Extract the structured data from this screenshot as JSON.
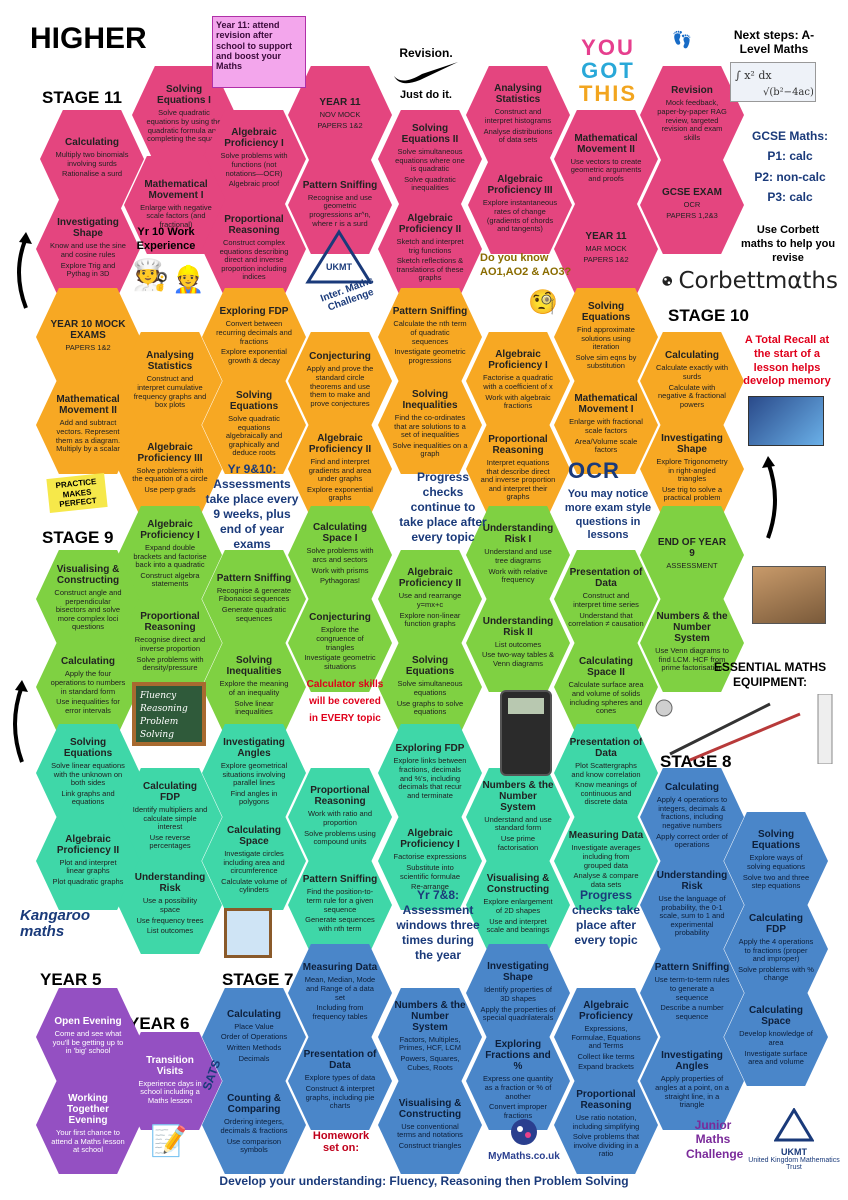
{
  "title": "HIGHER",
  "stages": {
    "stage11": "STAGE 11",
    "stage10": "STAGE 10",
    "stage9": "STAGE 9",
    "stage8": "STAGE 8",
    "stage7": "STAGE 7",
    "year5": "YEAR 5",
    "year6": "YEAR 6"
  },
  "notes": {
    "year11_revision": "Year 11: attend revision after school to support and boost your Maths",
    "nike_top": "Revision.",
    "nike_bottom": "Just do it.",
    "you_got_this": [
      "YOU",
      "GOT",
      "THIS"
    ],
    "next_steps": "Next steps: A-Level Maths",
    "gcse_title": "GCSE Maths:",
    "gcse_p1": "P1: calc",
    "gcse_p2": "P2: non-calc",
    "gcse_p3": "P3: calc",
    "corbett_hint": "Use Corbett maths to help you revise",
    "corbett_logo": "Corbettmαths",
    "ao_question": "Do you know AO1,AO2 & AO3?",
    "yr10_work": "Yr 10 Work Experience",
    "total_recall": "A Total Recall at the start of a lesson helps develop memory",
    "yr9_10_assess": "Yr 9&10: Assessments take place every 9 weeks, plus end of year exams",
    "progress_continue": "Progress checks continue to take place after every topic",
    "ocr_logo": "OCR",
    "ocr_note": "You may notice more exam style questions in lessons",
    "practice_perfect": "PRACTICE MAKES PERFECT",
    "essential_equipment": "ESSENTIAL MATHS EQUIPMENT:",
    "calc_skills": "Calculator skills will be covered in EVERY topic",
    "fluency": [
      "Fluency",
      "Reasoning",
      "Problem",
      "Solving"
    ],
    "yr7_8_assess": "Yr 7&8: Assessment windows three times during the year",
    "progress_every": "Progress checks take place after every topic",
    "kangaroo": "Kangaroo maths",
    "homework": "Homework set on:",
    "mymaths": "MyMaths.co.uk",
    "junior_challenge": "Junior Maths Challenge",
    "ukmt": "UKMT",
    "ukmt_full": "United Kingdom Mathematics Trust",
    "inter_challenge": "Inter. Maths Challenge",
    "sats": "SATS",
    "footer": "Develop your understanding: Fluency, Reasoning then Problem Solving"
  },
  "hexes": {
    "h01": {
      "t": "Solving Equations I",
      "d": [
        "Solve quadratic equations by using the quadratic formula and completing the square"
      ]
    },
    "h02": {
      "t": "YEAR 11",
      "d": [
        "NOV MOCK",
        "PAPERS 1&2"
      ]
    },
    "h03": {
      "t": "Analysing Statistics",
      "d": [
        "Construct and interpret histograms",
        "Analyse distributions of data sets"
      ]
    },
    "h04": {
      "t": "Revision",
      "d": [
        "Mock feedback, paper-by-paper RAG review, targeted revision and exam skills"
      ]
    },
    "h05": {
      "t": "Calculating",
      "d": [
        "Multiply two binomials involving surds",
        "Rationalise a surd"
      ]
    },
    "h06": {
      "t": "Algebraic Proficiency I",
      "d": [
        "Solve problems with functions (not notations—OCR)",
        "Algebraic proof"
      ]
    },
    "h07": {
      "t": "Solving Equations II",
      "d": [
        "Solve simultaneous equations where one is quadratic",
        "Solve quadratic inequalities"
      ]
    },
    "h08": {
      "t": "Mathematical Movement II",
      "d": [
        "Use vectors to create geometric arguments and proofs"
      ]
    },
    "h09": {
      "t": "Mathematical Movement I",
      "d": [
        "Enlarge with negative scale factors (and fractional)"
      ]
    },
    "h10": {
      "t": "Pattern Sniffing",
      "d": [
        "Recognise and use geometric progressions ar^n, where r is a surd"
      ]
    },
    "h11": {
      "t": "Algebraic Proficiency III",
      "d": [
        "Explore instantaneous rates of change (gradients of chords and tangents)"
      ]
    },
    "h12": {
      "t": "GCSE EXAM",
      "d": [
        "OCR",
        "PAPERS 1,2&3"
      ]
    },
    "h13": {
      "t": "Investigating Shape",
      "d": [
        "Know and use the sine and cosine rules",
        "Explore Trig and Pythag in 3D"
      ]
    },
    "h14": {
      "t": "Proportional Reasoning",
      "d": [
        "Construct complex equations describing direct and inverse proportion including indices"
      ]
    },
    "h15": {
      "t": "Algebraic Proficiency II",
      "d": [
        "Sketch and interpret trig functions",
        "Sketch reflections & translations of these graphs"
      ]
    },
    "h16": {
      "t": "YEAR 11",
      "d": [
        "MAR MOCK",
        "PAPERS 1&2"
      ]
    },
    "h17": {
      "t": "YEAR 10 MOCK EXAMS",
      "d": [
        "PAPERS 1&2"
      ]
    },
    "h18": {
      "t": "Exploring FDP",
      "d": [
        "Convert between recurring decimals and fractions",
        "Explore exponential growth & decay"
      ]
    },
    "h19": {
      "t": "Pattern Sniffing",
      "d": [
        "Calculate the nth term of quadratic sequences",
        "Investigate geometric progressions"
      ]
    },
    "h20": {
      "t": "Solving Equations",
      "d": [
        "Find approximate solutions using iteration",
        "Solve sim eqns by substitution"
      ]
    },
    "h21": {
      "t": "Analysing Statistics",
      "d": [
        "Construct and interpret cumulative frequency graphs and box plots"
      ]
    },
    "h22": {
      "t": "Conjecturing",
      "d": [
        "Apply and prove the standard circle theorems and use them to make and prove conjectures"
      ]
    },
    "h23": {
      "t": "Algebraic Proficiency I",
      "d": [
        "Factorise a quadratic with a coefficient of x",
        "Work with algebraic fractions"
      ]
    },
    "h24": {
      "t": "Calculating",
      "d": [
        "Calculate exactly with surds",
        "Calculate with negative & fractional powers"
      ]
    },
    "h25": {
      "t": "Mathematical Movement II",
      "d": [
        "Add and subtract vectors. Represent them as a diagram. Multiply by a scalar"
      ]
    },
    "h26": {
      "t": "Solving Equations",
      "d": [
        "Solve quadratic equations algebraically and graphically and deduce roots"
      ]
    },
    "h27": {
      "t": "Solving Inequalities",
      "d": [
        "Find the co-ordinates that are solutions to a set of inequalities",
        "Solve inequalities on a graph"
      ]
    },
    "h28": {
      "t": "Mathematical Movement I",
      "d": [
        "Enlarge with fractional scale factors",
        "Area/Volume scale factors"
      ]
    },
    "h29": {
      "t": "Algebraic Proficiency III",
      "d": [
        "Solve problems with the equation of a circle",
        "Use perp grads"
      ]
    },
    "h30": {
      "t": "Algebraic Proficiency II",
      "d": [
        "Find and interpret gradients and area under graphs",
        "Explore exponential graphs"
      ]
    },
    "h31": {
      "t": "Proportional Reasoning",
      "d": [
        "Interpret equations that describe direct and inverse proportion and interpret their graphs"
      ]
    },
    "h32": {
      "t": "Investigating Shape",
      "d": [
        "Explore Trigonometry in right-angled triangles",
        "Use trig to solve a practical problem"
      ]
    },
    "h33": {
      "t": "Algebraic Proficiency I",
      "d": [
        "Expand double brackets and factorise back into a quadratic",
        "Construct algebra statements"
      ]
    },
    "h34": {
      "t": "Calculating Space I",
      "d": [
        "Solve problems with arcs and sectors",
        "Work with prisms",
        "Pythagoras!"
      ]
    },
    "h35": {
      "t": "Understanding Risk I",
      "d": [
        "Understand and use tree diagrams",
        "Work with relative frequency"
      ]
    },
    "h36": {
      "t": "END OF YEAR 9",
      "d": [
        "ASSESSMENT"
      ]
    },
    "h37": {
      "t": "Visualising & Constructing",
      "d": [
        "Construct angle and perpendicular bisectors and solve more complex loci questions"
      ]
    },
    "h38": {
      "t": "Pattern Sniffing",
      "d": [
        "Recognise & generate Fibonacci sequences",
        "Generate quadratic sequences"
      ]
    },
    "h39": {
      "t": "Algebraic Proficiency II",
      "d": [
        "Use and rearrange y=mx+c",
        "Explore non-linear function graphs"
      ]
    },
    "h40": {
      "t": "Presentation of Data",
      "d": [
        "Construct and interpret time series",
        "Understand that correlation ≠ causation"
      ]
    },
    "h41": {
      "t": "Proportional Reasoning",
      "d": [
        "Recognise direct and inverse proportion",
        "Solve problems with density/pressure"
      ]
    },
    "h42": {
      "t": "Conjecturing",
      "d": [
        "Explore the congruence of triangles",
        "Investigate geometric situations"
      ]
    },
    "h43": {
      "t": "Understanding Risk II",
      "d": [
        "List outcomes",
        "Use two-way tables & Venn diagrams"
      ]
    },
    "h44": {
      "t": "Numbers & the Number System",
      "d": [
        "Use Venn diagrams to find LCM. HCF from prime factorisation"
      ]
    },
    "h45": {
      "t": "Calculating",
      "d": [
        "Apply the four operations to numbers in standard form",
        "Use inequalities for error intervals"
      ]
    },
    "h46": {
      "t": "Solving Inequalities",
      "d": [
        "Explore the meaning of an inequality",
        "Solve linear inequalities"
      ]
    },
    "h47": {
      "t": "Solving Equations",
      "d": [
        "Solve simultaneous equations",
        "Use graphs to solve equations"
      ]
    },
    "h48": {
      "t": "Calculating Space II",
      "d": [
        "Calculate surface area and volume of solids including spheres and cones"
      ]
    },
    "h49": {
      "t": "Solving Equations",
      "d": [
        "Solve linear equations with the unknown on both sides",
        "Link graphs and equations"
      ]
    },
    "h50": {
      "t": "Investigating Angles",
      "d": [
        "Explore geometrical situations involving parallel lines",
        "Find angles in polygons"
      ]
    },
    "h51": {
      "t": "Exploring FDP",
      "d": [
        "Explore links between fractions, decimals and %'s, including decimals that recur and terminate"
      ]
    },
    "h52": {
      "t": "Presentation of Data",
      "d": [
        "Plot Scattergraphs and know correlation",
        "Know meanings of continuous and discrete data"
      ]
    },
    "h53": {
      "t": "Calculating FDP",
      "d": [
        "Identify multipliers and calculate simple interest",
        "Use reverse percentages"
      ]
    },
    "h54": {
      "t": "Proportional Reasoning",
      "d": [
        "Work with ratio and proportion",
        "Solve problems using compound units"
      ]
    },
    "h55": {
      "t": "Numbers & the Number System",
      "d": [
        "Understand and use standard form",
        "Use prime factorisation"
      ]
    },
    "h56": {
      "t": "Calculating",
      "d": [
        "Apply 4 operations to integers, decimals & fractions, including negative numbers",
        "Apply correct order of operations"
      ]
    },
    "h57": {
      "t": "Algebraic Proficiency II",
      "d": [
        "Plot and interpret linear graphs",
        "Plot quadratic graphs"
      ]
    },
    "h58": {
      "t": "Calculating Space",
      "d": [
        "Investigate circles including area and circumference",
        "Calculate volume of cylinders"
      ]
    },
    "h59": {
      "t": "Algebraic Proficiency I",
      "d": [
        "Factorise expressions",
        "Substitute into scientific formulae",
        "Re-arrange"
      ]
    },
    "h60": {
      "t": "Measuring Data",
      "d": [
        "Investigate averages including from grouped data",
        "Analyse & compare data sets"
      ]
    },
    "h61": {
      "t": "Solving Equations",
      "d": [
        "Explore ways of solving equations",
        "Solve two and three step equations"
      ]
    },
    "h62": {
      "t": "Understanding Risk",
      "d": [
        "Use a possibility space",
        "Use frequency trees",
        "List outcomes"
      ]
    },
    "h63": {
      "t": "Pattern Sniffing",
      "d": [
        "Find the position-to-term rule for a given sequence",
        "Generate sequences with nth term"
      ]
    },
    "h64": {
      "t": "Visualising & Constructing",
      "d": [
        "Explore enlargement of 2D shapes",
        "Use and interpret scale and bearings"
      ]
    },
    "h65": {
      "t": "Understanding Risk",
      "d": [
        "Use the language of probability, the 0-1 scale, sum to 1 and experimental probability"
      ]
    },
    "h66": {
      "t": "Calculating FDP",
      "d": [
        "Apply the 4 operations to fractions (proper and improper)",
        "Solve problems with % change"
      ]
    },
    "h67": {
      "t": "Measuring Data",
      "d": [
        "Mean, Median, Mode and Range of a data set",
        "Including from frequency tables"
      ]
    },
    "h68": {
      "t": "Investigating Shape",
      "d": [
        "Identify properties of 3D shapes",
        "Apply the properties of special quadrilaterals"
      ]
    },
    "h69": {
      "t": "Pattern Sniffing",
      "d": [
        "Use term-to-term rules to generate a sequence",
        "Describe a number sequence"
      ]
    },
    "h70": {
      "t": "Open Evening",
      "d": [
        "Come and see what you'll be getting up to in 'big' school"
      ]
    },
    "h71": {
      "t": "Calculating",
      "d": [
        "Place Value",
        "Order of Operations",
        "Written Methods",
        "Decimals"
      ]
    },
    "h72": {
      "t": "Numbers & the Number System",
      "d": [
        "Factors, Multiples, Primes, HCF, LCM",
        "Powers, Squares, Cubes, Roots"
      ]
    },
    "h73": {
      "t": "Algebraic Proficiency",
      "d": [
        "Expressions, Formulae, Equations and Terms",
        "Collect like terms",
        "Expand brackets"
      ]
    },
    "h74": {
      "t": "Calculating Space",
      "d": [
        "Develop knowledge of area",
        "Investigate surface area and volume"
      ]
    },
    "h75": {
      "t": "Transition Visits",
      "d": [
        "Experience days in school including a Maths lesson"
      ]
    },
    "h76": {
      "t": "Presentation of Data",
      "d": [
        "Explore types of data",
        "Construct & interpret graphs, including pie charts"
      ]
    },
    "h77": {
      "t": "Exploring Fractions and %",
      "d": [
        "Express one quantity as a fraction or % of another",
        "Convert improper fractions"
      ]
    },
    "h78": {
      "t": "Investigating Angles",
      "d": [
        "Apply properties of angles at a point, on a straight line, in a triangle"
      ]
    },
    "h79": {
      "t": "Working Together Evening",
      "d": [
        "Your first chance to attend a Maths lesson at school"
      ]
    },
    "h80": {
      "t": "Counting & Comparing",
      "d": [
        "Ordering integers, decimals & fractions",
        "Use comparison symbols"
      ]
    },
    "h81": {
      "t": "Visualising & Constructing",
      "d": [
        "Use conventional terms and notations",
        "Construct triangles"
      ]
    },
    "h82": {
      "t": "Proportional Reasoning",
      "d": [
        "Use ratio notation, including simplifying",
        "Solve problems that involve dividing in a ratio"
      ]
    }
  }
}
